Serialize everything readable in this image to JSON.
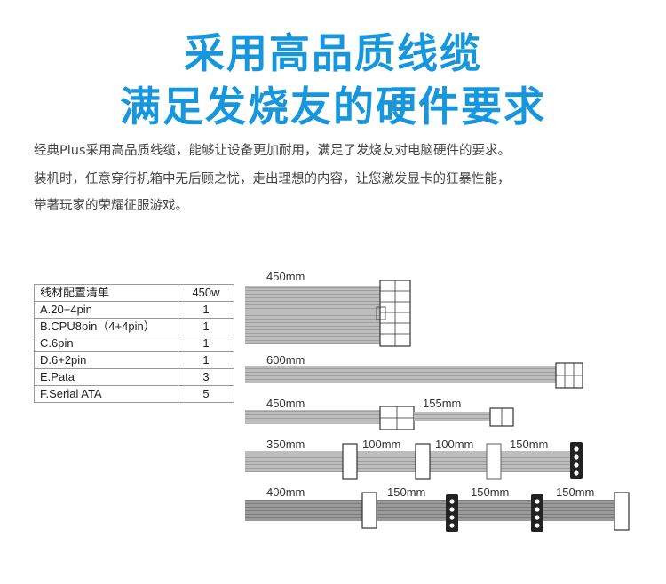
{
  "heading": {
    "line1": "采用高品质线缆",
    "line2": "满足发烧友的硬件要求"
  },
  "description": {
    "line1": "经典Plus采用高品质线缆，能够让设备更加耐用，满足了发烧友对电脑硬件的要求。",
    "line2": "装机时，任意穿行机箱中无后顾之忧，走出理想的内容，让您激发显卡的狂暴性能，",
    "line3": "带著玩家的荣耀征服游戏。"
  },
  "spec_table": {
    "header": {
      "name": "线材配置清单",
      "value": "450w"
    },
    "rows": [
      {
        "name": "A.20+4pin",
        "value": "1"
      },
      {
        "name": "B.CPU8pin（4+4pin）",
        "value": "1"
      },
      {
        "name": "C.6pin",
        "value": "1"
      },
      {
        "name": "D.6+2pin",
        "value": "1"
      },
      {
        "name": "E.Pata",
        "value": "3"
      },
      {
        "name": "F.Serial ATA",
        "value": "5"
      }
    ]
  },
  "cables": {
    "atx": {
      "length": "450mm"
    },
    "pcie": {
      "length": "600mm"
    },
    "cpu": {
      "length": "450mm",
      "extension": "155mm"
    },
    "molex": {
      "length": "350mm",
      "seg1": "100mm",
      "seg2": "100mm",
      "seg3": "150mm"
    },
    "sata": {
      "length": "400mm",
      "seg1": "150mm",
      "seg2": "150mm",
      "seg3": "150mm"
    }
  },
  "colors": {
    "heading": "#1697dd",
    "cable": "#b3b3b3",
    "cable_dark": "#8c8c8c",
    "connector": "#ffffff"
  }
}
